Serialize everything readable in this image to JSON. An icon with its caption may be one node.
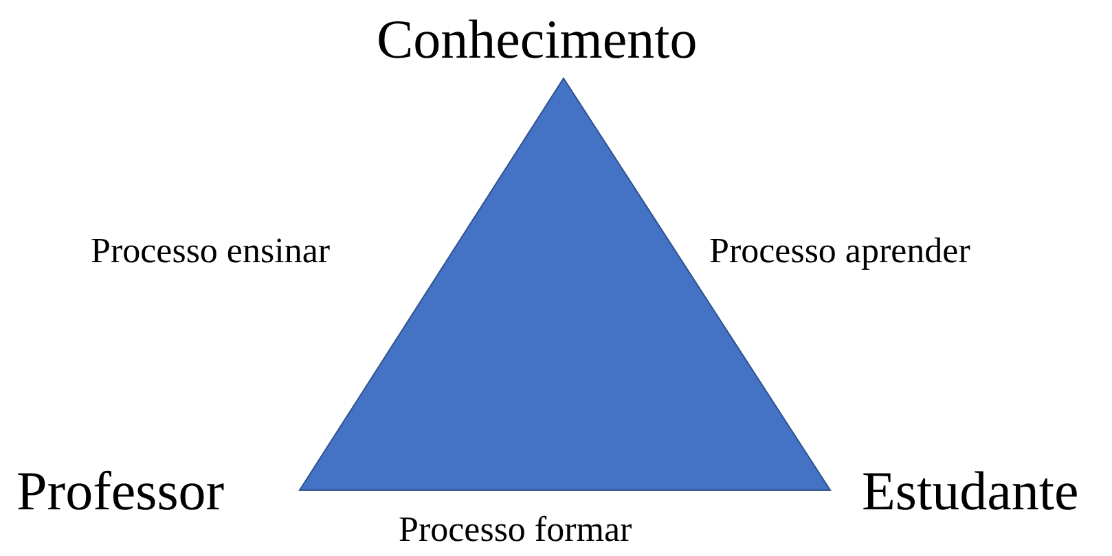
{
  "diagram": {
    "labels": [
      "Conhecimento",
      "Processo ensinar",
      "Processo aprender",
      "Professor",
      "Estudante",
      "Processo formar"
    ]
  }
}
